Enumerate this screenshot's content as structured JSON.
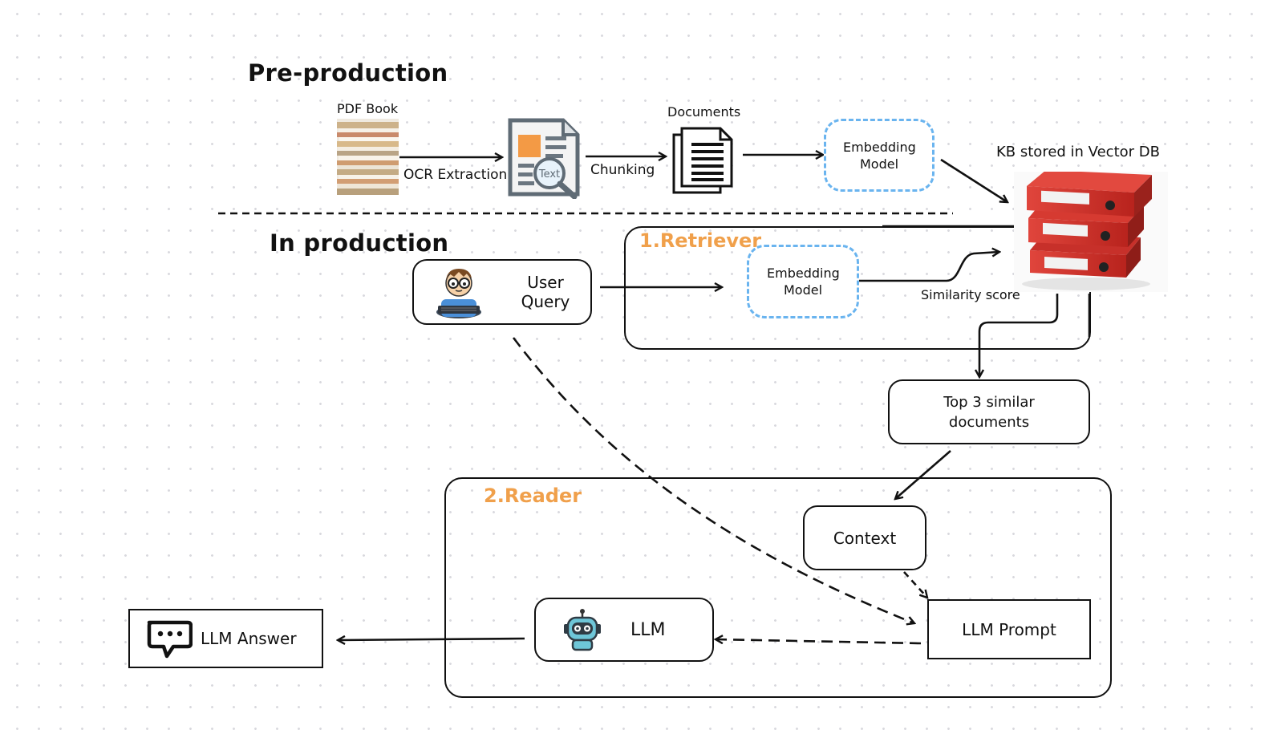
{
  "sections": {
    "preproduction_title": "Pre-production",
    "production_title": "In production"
  },
  "preproduction": {
    "pdf_label": "PDF Book",
    "ocr_label": "OCR Extraction",
    "text_icon_label": "Text",
    "chunking_label": "Chunking",
    "documents_label": "Documents",
    "embedding_model": "Embedding Model",
    "kb_label": "KB stored in Vector DB"
  },
  "retriever": {
    "title": "1.Retriever",
    "user_query": "User Query",
    "embedding_model": "Embedding Model",
    "similarity_label": "Similarity score",
    "top_docs": "Top 3 similar documents"
  },
  "reader": {
    "title": "2.Reader",
    "context": "Context",
    "llm": "LLM",
    "llm_prompt": "LLM Prompt",
    "llm_answer": "LLM Answer"
  },
  "colors": {
    "accent_orange": "#f0a04b",
    "embedding_border": "#6ab4ef",
    "binder_red": "#d9342b"
  }
}
